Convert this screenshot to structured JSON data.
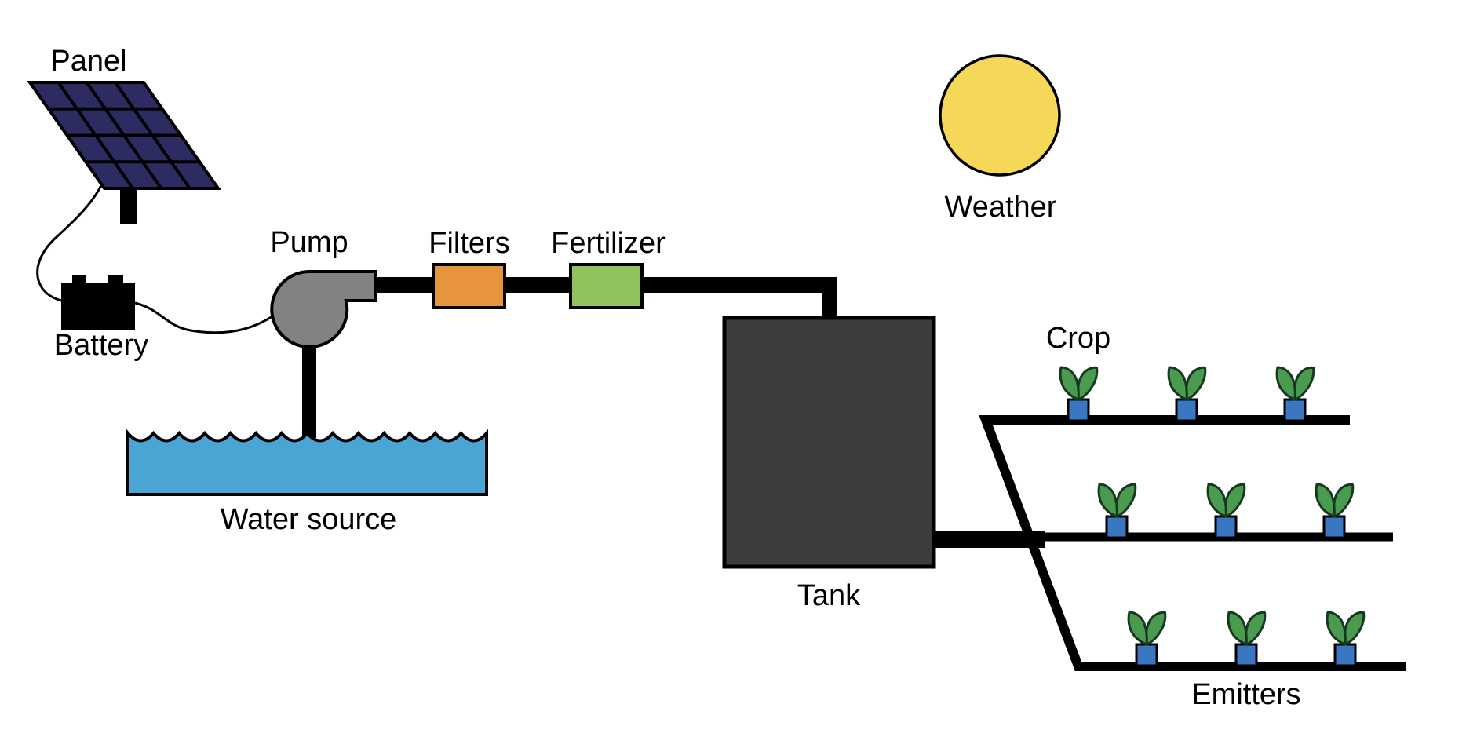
{
  "labels": {
    "panel": "Panel",
    "battery": "Battery",
    "pump": "Pump",
    "filters": "Filters",
    "fertilizer": "Fertilizer",
    "water_source": "Water source",
    "tank": "Tank",
    "weather": "Weather",
    "crop": "Crop",
    "emitters": "Emitters"
  },
  "colors": {
    "background": "#ffffff",
    "outline": "#000000",
    "panel": "#2d2c62",
    "pump": "#828282",
    "filters": "#e6953e",
    "fertilizer": "#90c35c",
    "tank": "#3d3d3d",
    "water": "#4aa4d4",
    "sun": "#f5d857",
    "leaf": "#4a9b50",
    "leaf_outline": "#15381f",
    "emitter": "#3a77c2",
    "pipe": "#000000"
  },
  "counts": {
    "crop_rows": 3,
    "plants_per_row": 3,
    "emitters_per_row": 3,
    "solar_panel_columns": 4,
    "solar_panel_rows": 4
  }
}
